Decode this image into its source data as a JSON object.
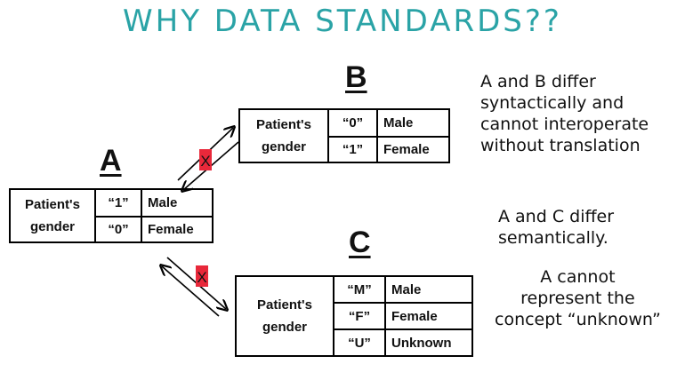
{
  "title": "WHY DATA STANDARDS??",
  "tables": {
    "a": {
      "letter": "A",
      "label_line1": "Patient's",
      "label_line2": "gender",
      "rows": [
        {
          "code": "“1”",
          "value": "Male"
        },
        {
          "code": "“0”",
          "value": "Female"
        }
      ]
    },
    "b": {
      "letter": "B",
      "label_line1": "Patient's",
      "label_line2": "gender",
      "rows": [
        {
          "code": "“0”",
          "value": "Male"
        },
        {
          "code": "“1”",
          "value": "Female"
        }
      ]
    },
    "c": {
      "letter": "C",
      "label_line1": "Patient's",
      "label_line2": "gender",
      "rows": [
        {
          "code": "“M”",
          "value": "Male"
        },
        {
          "code": "“F”",
          "value": "Female"
        },
        {
          "code": "“U”",
          "value": "Unknown"
        }
      ]
    }
  },
  "notes": {
    "syntactic": [
      "A and B differ",
      "syntactically and",
      "cannot interoperate",
      "without translation"
    ],
    "semantic": [
      "A and C differ",
      "semantically."
    ],
    "unknown": [
      "A cannot",
      "represent the",
      "concept “unknown”"
    ]
  },
  "blocked_marker": "X",
  "colors": {
    "title": "#2aa3a6",
    "blocked_marker": "#e8283a"
  }
}
